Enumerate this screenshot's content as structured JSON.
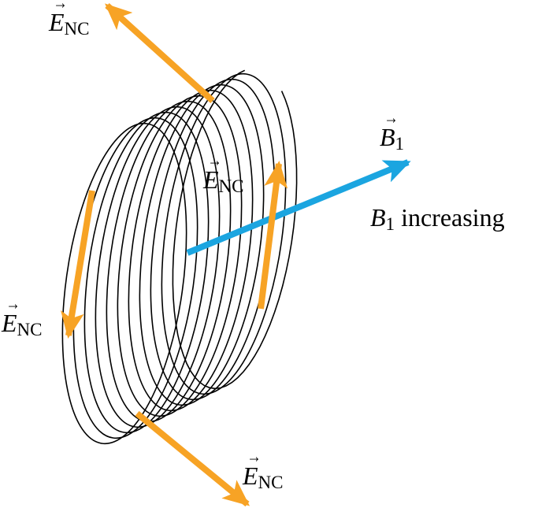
{
  "colors": {
    "coil": "#000000",
    "electric_field": "#f7a325",
    "magnetic_field": "#1ba5e0",
    "background": "#ffffff"
  },
  "coil": {
    "turns": 11
  },
  "labels": {
    "e_nc_top": {
      "symbol": "E",
      "subscript": "NC"
    },
    "e_nc_inner": {
      "symbol": "E",
      "subscript": "NC"
    },
    "e_nc_left": {
      "symbol": "E",
      "subscript": "NC"
    },
    "e_nc_bottom": {
      "symbol": "E",
      "subscript": "NC"
    },
    "b1_vector": {
      "symbol": "B",
      "subscript": "1"
    },
    "b1_caption": {
      "symbol": "B",
      "subscript": "1",
      "text": " increasing"
    }
  }
}
